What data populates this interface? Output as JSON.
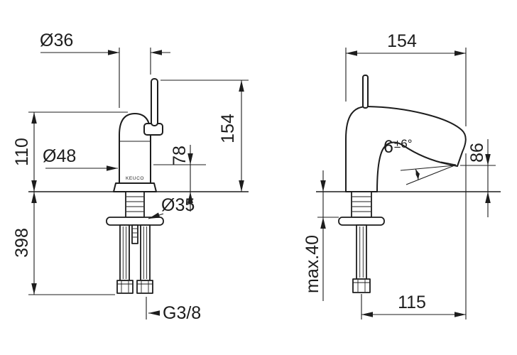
{
  "colors": {
    "ink": "#1d1d1d",
    "background": "#ffffff"
  },
  "brand": "KEUCO",
  "front_view": {
    "body_diameter": "Ø36",
    "spout_height": "110",
    "base_diameter": "Ø48",
    "aerator_height": "78",
    "total_height": "154",
    "hose_length": "398",
    "hole_diameter": "Ø35",
    "thread_size": "G3/8"
  },
  "side_view": {
    "depth": "154",
    "angle_value": "6",
    "angle_tolerance": "±6°",
    "outlet_height": "86",
    "max_mounting_thickness": "max.40",
    "projection": "115"
  }
}
